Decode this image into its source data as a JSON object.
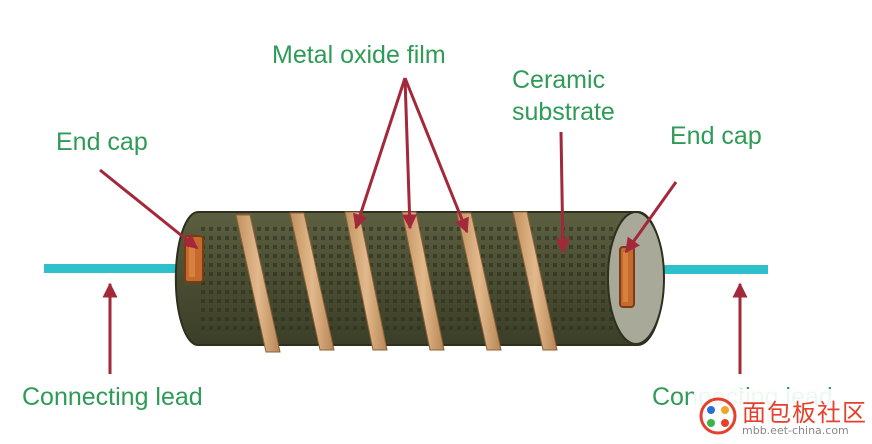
{
  "labels": {
    "metal_oxide_film": "Metal oxide film",
    "ceramic_line1": "Ceramic",
    "ceramic_line2": "substrate",
    "end_cap_left": "End cap",
    "end_cap_right": "End cap",
    "connecting_lead_left": "Connecting lead",
    "connecting_lead_right": "Connecting lead"
  },
  "watermark": {
    "text": "面包板社区",
    "url": "mbb.eet-china.com"
  },
  "colors": {
    "label_text": "#2e9b57",
    "arrow": "#a2283a",
    "lead": "#2ec1cc",
    "body": "#4a4d33",
    "end_face": "#a9a99a",
    "end_cap": "#c46a2c",
    "film": "#d2a373"
  }
}
